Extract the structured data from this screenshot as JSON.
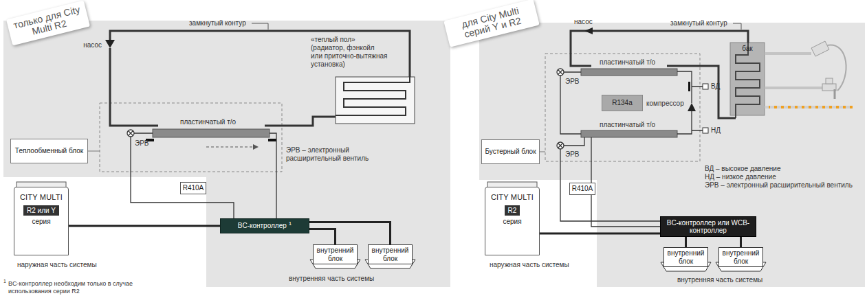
{
  "diagram": {
    "nodes": [
      {
        "text": [
          "Теплообменный блок"
        ]
      },
      {
        "text": [
          "CITY MULTI",
          "R2 или Y",
          "серия"
        ]
      },
      {
        "text": [
          "R410A"
        ]
      },
      {
        "text": [
          "BC-контроллер",
          "1"
        ]
      },
      {
        "text": [
          "внутренний блок"
        ]
      },
      {
        "text": [
          "внутренний блок"
        ]
      },
      {
        "text": [
          "бак"
        ]
      },
      {
        "text": [
          "R134a"
        ]
      },
      {
        "text": [
          "Бустерный блок"
        ]
      },
      {
        "text": [
          "CITY MULTI",
          "R2",
          "серия"
        ]
      },
      {
        "text": [
          "R410A"
        ]
      },
      {
        "text": [
          "BC-контроллер или WCB-контроллер"
        ]
      },
      {
        "text": [
          "внутренний блок"
        ]
      },
      {
        "text": [
          "внутренний блок"
        ]
      }
    ],
    "edges": [
      {
        "from": 1,
        "to": 3,
        "arrow": "none"
      },
      {
        "from": 3,
        "to": 4,
        "arrow": "none"
      },
      {
        "from": 3,
        "to": 5,
        "arrow": "none"
      },
      {
        "from": 9,
        "to": 11,
        "arrow": "none"
      },
      {
        "from": 11,
        "to": 12,
        "arrow": "none"
      },
      {
        "from": 11,
        "to": 13,
        "arrow": "none"
      }
    ],
    "labels": [
      "только для City Multi R2",
      "замкнутый контур",
      "«теплый пол» (радиатор, фэнкойл или приточно-вытяжная установка)",
      "насос",
      "пластинчатый т/о",
      "ЭРВ",
      "ЭРВ – электронный расширительный вентиль",
      "наружная часть системы",
      "внутренняя часть системы",
      "1",
      "BC-контроллер необходим только в случае использования серии R2",
      "для City Multi серий Y и R2",
      "насос",
      "замкнутый контур",
      "пластинчатый т/о",
      "ЭРВ",
      "компрессор",
      "ВД",
      "НД",
      "пластинчатый т/о",
      "ЭРВ",
      "ВД – высокое давление",
      "НД – низкое давление",
      "ЭРВ – электронный расширительный вентиль",
      "наружная часть системы",
      "внутренняя часть системы"
    ]
  }
}
